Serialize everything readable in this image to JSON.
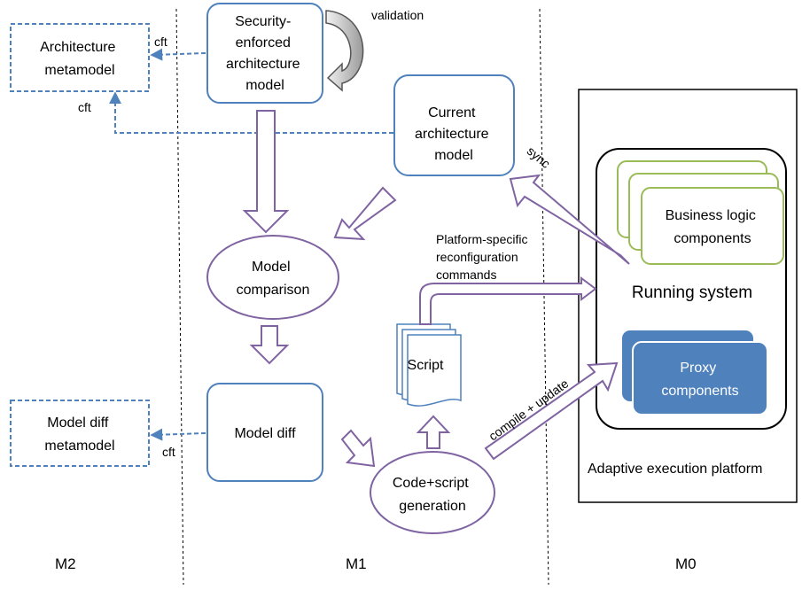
{
  "nodes": {
    "security_model": [
      "Security-",
      "enforced",
      "architecture",
      "model"
    ],
    "architecture_metamodel": [
      "Architecture",
      "metamodel"
    ],
    "current_model": [
      "Current",
      "architecture",
      "model"
    ],
    "model_comparison": [
      "Model",
      "comparison"
    ],
    "model_diff": "Model diff",
    "model_diff_metamodel": [
      "Model diff",
      "metamodel"
    ],
    "code_script_generation": [
      "Code+script",
      "generation"
    ],
    "script": "Script",
    "business_logic": [
      "Business logic",
      "components"
    ],
    "running_system": "Running system",
    "proxy": [
      "Proxy",
      "components"
    ],
    "platform": "Adaptive execution platform"
  },
  "labels": {
    "validation": "validation",
    "cft": "cft",
    "sync": "sync",
    "platform_commands": [
      "Platform-specific",
      "reconfiguration",
      "commands"
    ],
    "compile_update": "compile + update"
  },
  "levels": {
    "m2": "M2",
    "m1": "M1",
    "m0": "M0"
  },
  "colors": {
    "blue_border": "#4f81bd",
    "purple_border": "#8064a2",
    "green_border": "#9bbb59",
    "proxy_fill": "#4f81bd",
    "dashed_blue": "#4f81bd"
  }
}
